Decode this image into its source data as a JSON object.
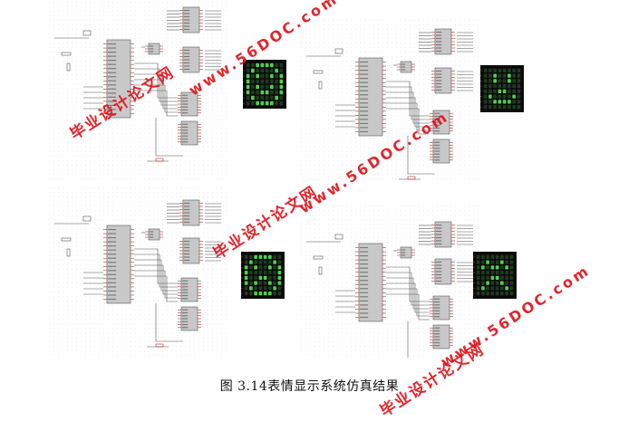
{
  "figure": {
    "caption": "图 3.14表情显示系统仿真结果"
  },
  "watermarks": {
    "url_text": "www.56DOC.com",
    "cn_text": "毕业设计论文网",
    "color": "#e0141c"
  },
  "panels": [
    {
      "position": "top-left",
      "matrix_expression": "smile"
    },
    {
      "position": "top-right",
      "matrix_expression": "neutral"
    },
    {
      "position": "bottom-left",
      "matrix_expression": "frown"
    },
    {
      "position": "bottom-right",
      "matrix_expression": "sad"
    }
  ],
  "colors": {
    "grid_dot": "#d9d9d9",
    "wire": "#555555",
    "chip_body": "#c8c8c8",
    "pin": "#b03030",
    "matrix_bg": "#0b0b0b",
    "led_on": "#4fd04f",
    "led_off": "#1f3a1f"
  }
}
